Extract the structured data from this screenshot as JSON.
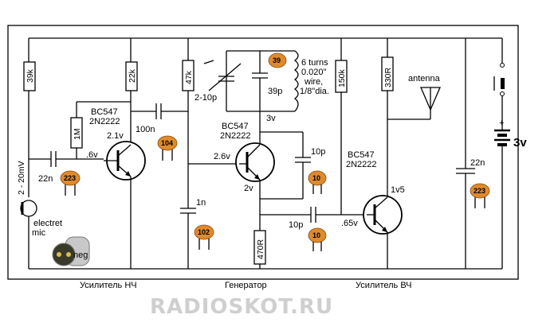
{
  "resistors": {
    "r1": "39k",
    "r2": "22k",
    "r3": "47k",
    "r4": "1M",
    "r5": "150k",
    "r6": "330R",
    "r7": "470R"
  },
  "labels": {
    "mic_level": "2 - 20mV",
    "mic": "electret",
    "mic2": "mic",
    "neg": "neg",
    "c_in": "22n",
    "t1_model": "BC547",
    "t1_model2": "2N2222",
    "v_b1": ".6v",
    "v_c1": "2.1v",
    "c_couple": "100n",
    "trimmer": "2-10p",
    "c_tank": "39p",
    "coil1": "6 turns",
    "coil2": "0.020\"",
    "coil3": "wire,",
    "coil4": "1/8\"dia.",
    "v_top": "3v",
    "t2_model": "BC547",
    "t2_model2": "2N2222",
    "v_b2": "2.6v",
    "v_e2": "2v",
    "c_fb": "10p",
    "c_base": "1n",
    "c_rf": "10p",
    "v_b3": ".65v",
    "t3_model": "BC547",
    "t3_model2": "2N2222",
    "v_c3": "1v5",
    "antenna": "antenna",
    "c_bypass": "22n",
    "battery": "3v",
    "plus": "+",
    "sec_af": "Усилитель НЧ",
    "sec_osc": "Генератор",
    "sec_rf": "Усилитель ВЧ",
    "watermark": "RADIOSKOT.RU"
  },
  "cap_codes": {
    "c1": "223",
    "c2": "104",
    "c3": "39",
    "c4": "10",
    "c5": "102",
    "c6": "10",
    "c7": "223"
  }
}
